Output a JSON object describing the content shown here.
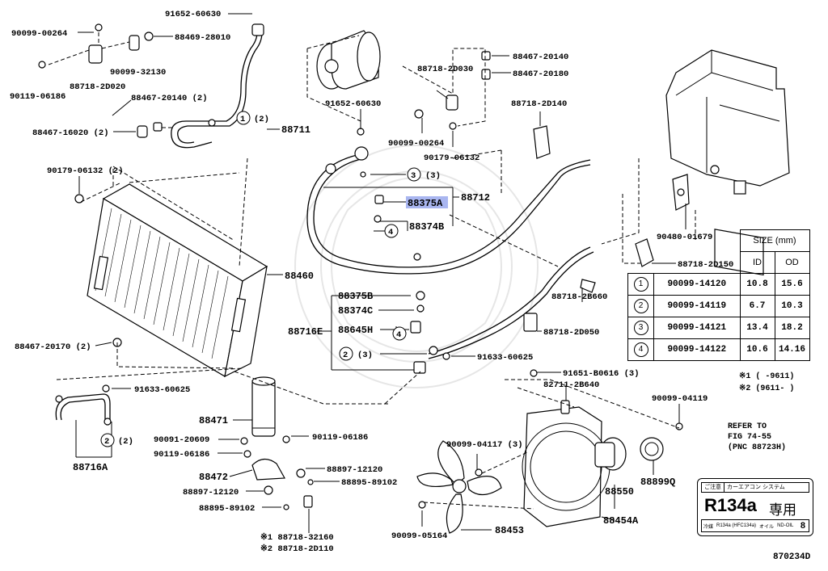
{
  "figure_id": "870234D",
  "highlight_part": "88375A",
  "parts": [
    {
      "id": "p1",
      "text": "91652-60630"
    },
    {
      "id": "p2",
      "text": "90099-00264"
    },
    {
      "id": "p3",
      "text": "88469-28010"
    },
    {
      "id": "p4",
      "text": "90099-32130"
    },
    {
      "id": "p5",
      "text": "88718-2D020"
    },
    {
      "id": "p6",
      "text": "90119-06186"
    },
    {
      "id": "p7",
      "text": "88467-20140 (2)"
    },
    {
      "id": "p8",
      "text": "88467-16020 (2)"
    },
    {
      "id": "p9",
      "text": "88711"
    },
    {
      "id": "p10",
      "text": "90179-06132 (2)"
    },
    {
      "id": "p11",
      "text": "88460"
    },
    {
      "id": "p12",
      "text": "88467-20170 (2)"
    },
    {
      "id": "p13",
      "text": "91633-60625"
    },
    {
      "id": "p14",
      "text": "88716A"
    },
    {
      "id": "p15",
      "text": "88471"
    },
    {
      "id": "p16",
      "text": "90091-20609"
    },
    {
      "id": "p17",
      "text": "90119-06186"
    },
    {
      "id": "p18",
      "text": "90119-06186"
    },
    {
      "id": "p19",
      "text": "88472"
    },
    {
      "id": "p20",
      "text": "88897-12120"
    },
    {
      "id": "p21",
      "text": "88897-12120"
    },
    {
      "id": "p22",
      "text": "88895-89102"
    },
    {
      "id": "p23",
      "text": "88895-89102"
    },
    {
      "id": "p24",
      "text": "※1 88718-32160"
    },
    {
      "id": "p25",
      "text": "※2 88718-2D110"
    },
    {
      "id": "p26",
      "text": "91652-60630"
    },
    {
      "id": "p27",
      "text": "88718-2D030"
    },
    {
      "id": "p28",
      "text": "90099-00264"
    },
    {
      "id": "p29",
      "text": "90179-06132"
    },
    {
      "id": "p30",
      "text": "88467-20140"
    },
    {
      "id": "p31",
      "text": "88467-20180"
    },
    {
      "id": "p32",
      "text": "88718-2D140"
    },
    {
      "id": "p33",
      "text": "88712"
    },
    {
      "id": "p34",
      "text": "88375A"
    },
    {
      "id": "p35",
      "text": "88374B"
    },
    {
      "id": "p36",
      "text": "90480-01679"
    },
    {
      "id": "p37",
      "text": "88718-2D150"
    },
    {
      "id": "p38",
      "text": "88375B"
    },
    {
      "id": "p39",
      "text": "88374C"
    },
    {
      "id": "p40",
      "text": "88645H"
    },
    {
      "id": "p41",
      "text": "88716E"
    },
    {
      "id": "p42",
      "text": "91633-60625"
    },
    {
      "id": "p43",
      "text": "88718-2B660"
    },
    {
      "id": "p44",
      "text": "88718-2D050"
    },
    {
      "id": "p45",
      "text": "91651-B0616 (3)"
    },
    {
      "id": "p46",
      "text": "82711-2B640"
    },
    {
      "id": "p47",
      "text": "90099-04119"
    },
    {
      "id": "p48",
      "text": "90099-04117 (3)"
    },
    {
      "id": "p49",
      "text": "88550"
    },
    {
      "id": "p50",
      "text": "88899Q"
    },
    {
      "id": "p51",
      "text": "88454A"
    },
    {
      "id": "p52",
      "text": "88453"
    },
    {
      "id": "p53",
      "text": "90099-05164"
    }
  ],
  "callouts": [
    {
      "id": "c1",
      "num": "1",
      "qty": "(2)"
    },
    {
      "id": "c2",
      "num": "3",
      "qty": "(3)"
    },
    {
      "id": "c3",
      "num": "4",
      "qty": ""
    },
    {
      "id": "c4",
      "num": "4",
      "qty": ""
    },
    {
      "id": "c5",
      "num": "2",
      "qty": "(3)"
    },
    {
      "id": "c6",
      "num": "2",
      "qty": "(2)"
    }
  ],
  "size_table": {
    "header": "SIZE (mm)",
    "col_id": "ID",
    "col_od": "OD",
    "rows": [
      {
        "num": "1",
        "part": "90099-14120",
        "id": "10.8",
        "od": "15.6"
      },
      {
        "num": "2",
        "part": "90099-14119",
        "id": "6.7",
        "od": "10.3"
      },
      {
        "num": "3",
        "part": "90099-14121",
        "id": "13.4",
        "od": "18.2"
      },
      {
        "num": "4",
        "part": "90099-14122",
        "id": "10.6",
        "od": "14.16"
      }
    ]
  },
  "notes": {
    "note1": "※1 (     -9611)",
    "note2": "※2 (9611-     )"
  },
  "refer": {
    "line1": "REFER TO",
    "line2": "FIG 74-55",
    "line3": "(PNC 88723H)"
  },
  "caution_label": {
    "top_left": "ご注意",
    "top_right": "カーエアコン システム",
    "refrigerant": "R134a",
    "exclusive": "専用",
    "refrigerant_small_label": "冷媒",
    "refrigerant_small": "R134a (HFC134a)",
    "oil_label": "オイル",
    "oil": "ND-OIL",
    "oil_num": "8"
  }
}
